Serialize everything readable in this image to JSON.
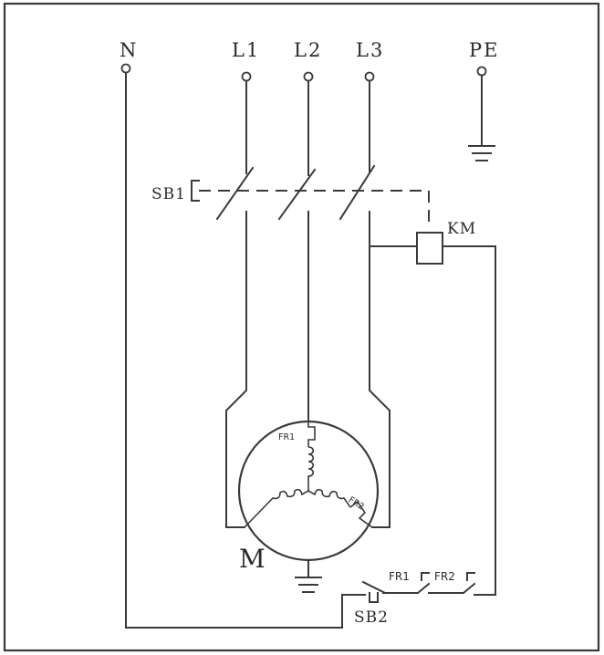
{
  "terminals": {
    "n": "N",
    "l1": "L1",
    "l2": "L2",
    "l3": "L3",
    "pe": "PE"
  },
  "components": {
    "sb1": "SB1",
    "km": "KM",
    "motor": "M",
    "sb2": "SB2",
    "fr1_contact": "FR1",
    "fr2_contact": "FR2",
    "fr1_winding": "FR1",
    "fr2_winding": "FR2"
  }
}
